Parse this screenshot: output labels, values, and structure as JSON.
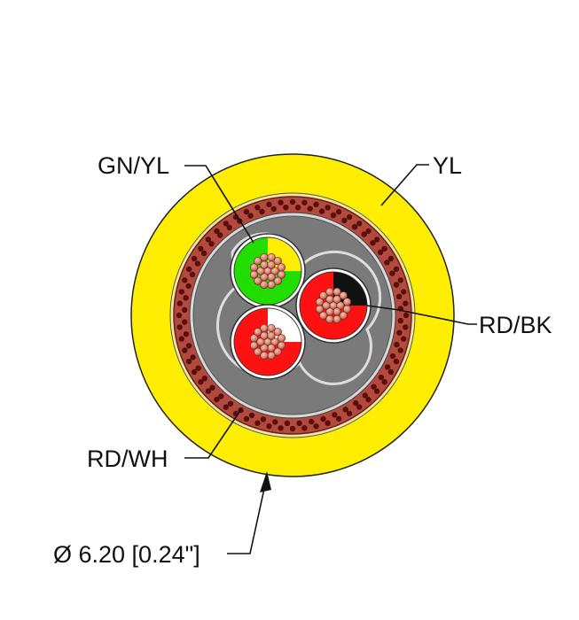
{
  "labels": {
    "gn_yl": "GN/YL",
    "yl": "YL",
    "rd_bk": "RD/BK",
    "rd_wh": "RD/WH",
    "diameter": "Ø 6.20 [0.24\"]"
  },
  "colors": {
    "jacket": "#ffee00",
    "shield_outer": "#b34a3e",
    "shield_inner": "#8b1a1a",
    "filler": "#7a7a7a",
    "green": "#22dd00",
    "yellow": "#ffee00",
    "red": "#ff1111",
    "black": "#111111",
    "white": "#ffffff",
    "copper": "#e6907a"
  }
}
